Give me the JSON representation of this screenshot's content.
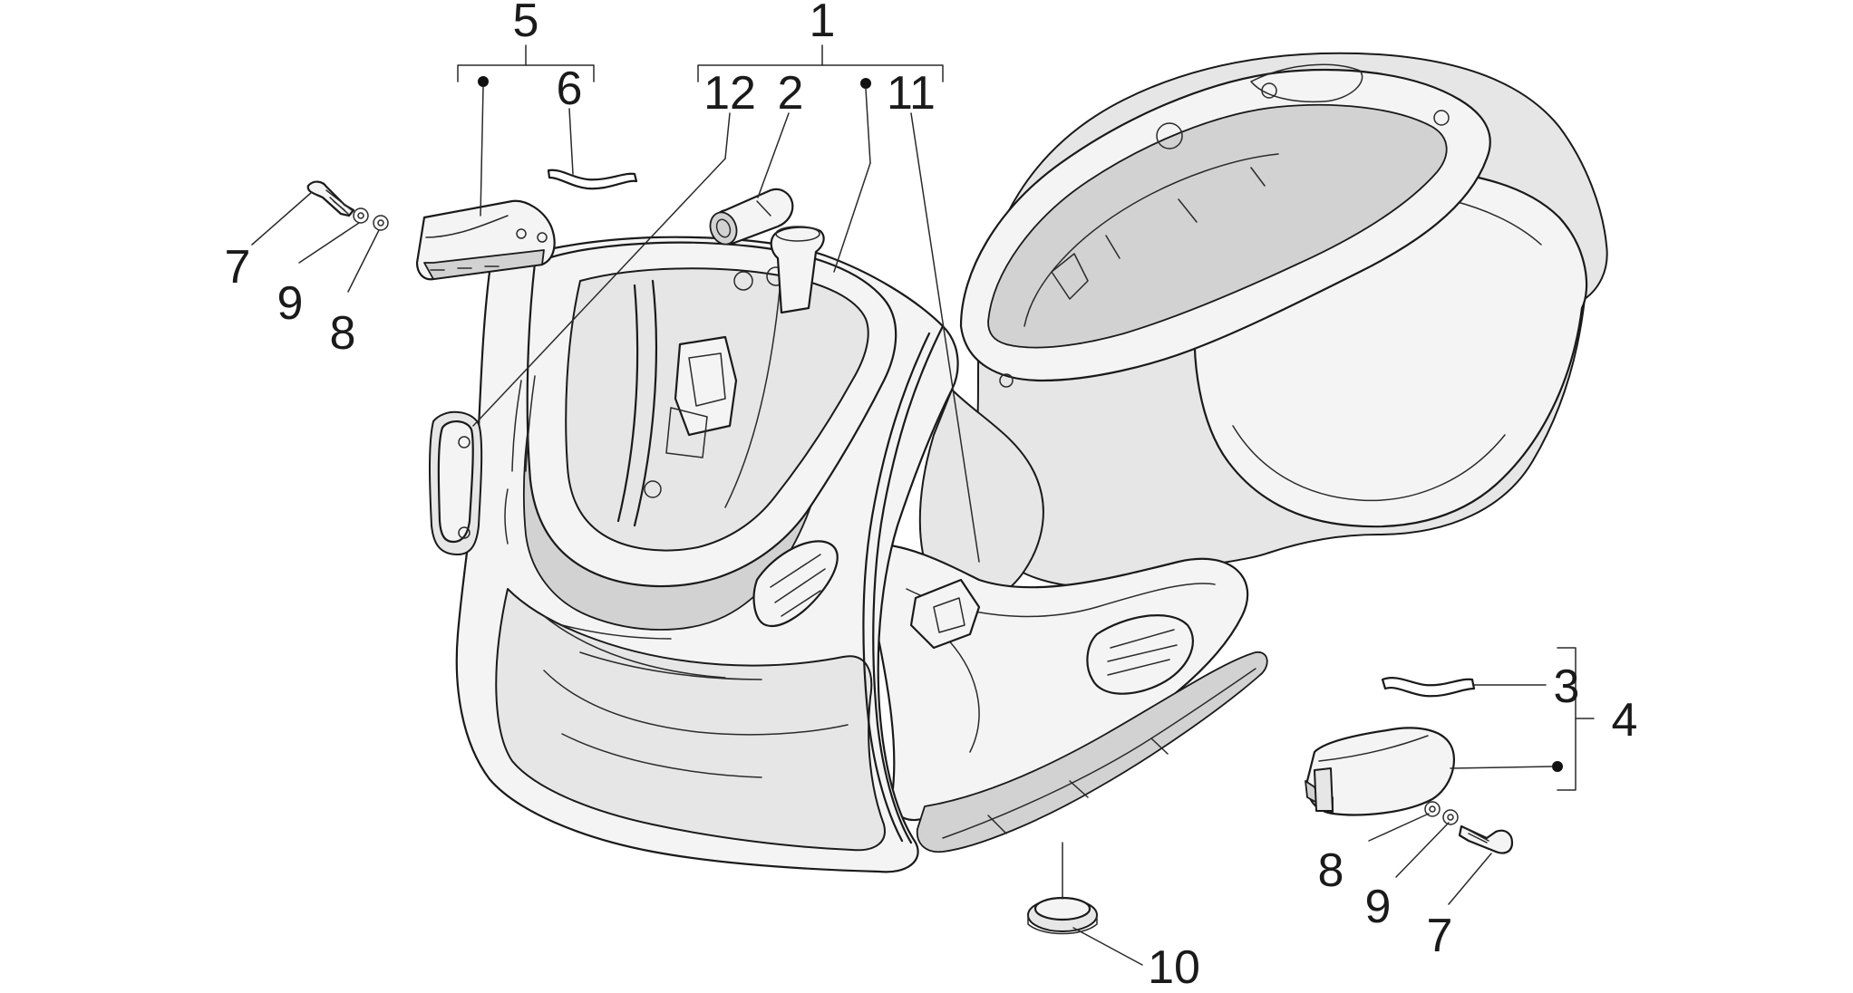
{
  "diagram": {
    "callouts": {
      "c1": "1",
      "c2": "2",
      "c3": "3",
      "c4": "4",
      "c5": "5",
      "c6": "6",
      "c7a": "7",
      "c7b": "7",
      "c8a": "8",
      "c8b": "8",
      "c9a": "9",
      "c9b": "9",
      "c10": "10",
      "c11": "11",
      "c12": "12"
    },
    "colors": {
      "line": "#1a1a1a",
      "fill_light": "#e6e6e6",
      "fill_mid": "#d2d2d2",
      "background": "#ffffff"
    }
  }
}
